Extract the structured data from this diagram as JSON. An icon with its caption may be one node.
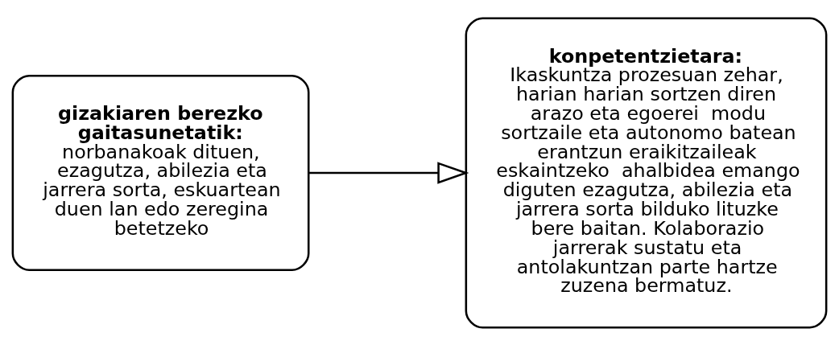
{
  "diagram": {
    "nodes": [
      {
        "text": [
          "gizakiaren berezko gaitasunetatik:",
          "norbanakoak dituen, ezagutza, abilezia eta jarrera sorta, eskuartean duen lan edo zeregina betetzeko"
        ]
      },
      {
        "text": [
          "konpetentzietara:",
          "Ikaskuntza prozesuan zehar, harian harian sortzen diren arazo eta egoerei  modu sortzaile eta autonomo batean erantzun eraikitzaileak eskaintzeko  ahalbidea emango diguten ezagutza, abilezia eta jarrera sorta bilduko lituzke bere baitan. Kolaborazio jarrerak sustatu eta antolakuntzan parte hartze zuzena bermatuz."
        ]
      }
    ],
    "edges": [
      {
        "from": 0,
        "to": 1,
        "arrow": "to"
      }
    ]
  }
}
